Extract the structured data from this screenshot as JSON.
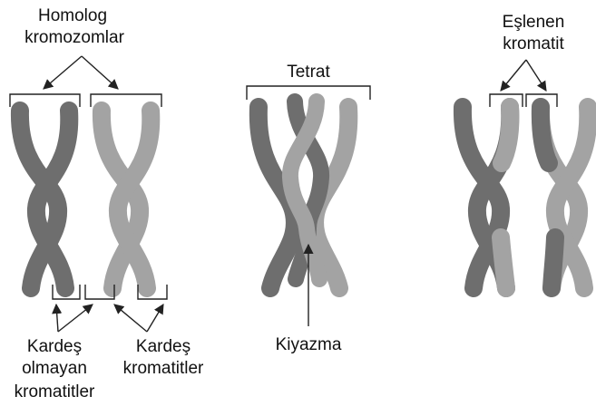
{
  "labels": {
    "homolog_line1": "Homolog",
    "homolog_line2": "kromozomlar",
    "tetrat": "Tetrat",
    "eslenen_line1": "Eşlenen",
    "eslenen_line2": "kromatit",
    "kardes_olmayan_line1": "Kardeş",
    "kardes_olmayan_line2": "olmayan",
    "kardes_olmayan_line3": "kromatitler",
    "kardes_line1": "Kardeş",
    "kardes_line2": "kromatitler",
    "kiyazma": "Kiyazma"
  },
  "colors": {
    "dark_chromatid": "#6e6e6e",
    "light_chromatid": "#a3a3a3",
    "text": "#111111",
    "lines": "#222222"
  }
}
